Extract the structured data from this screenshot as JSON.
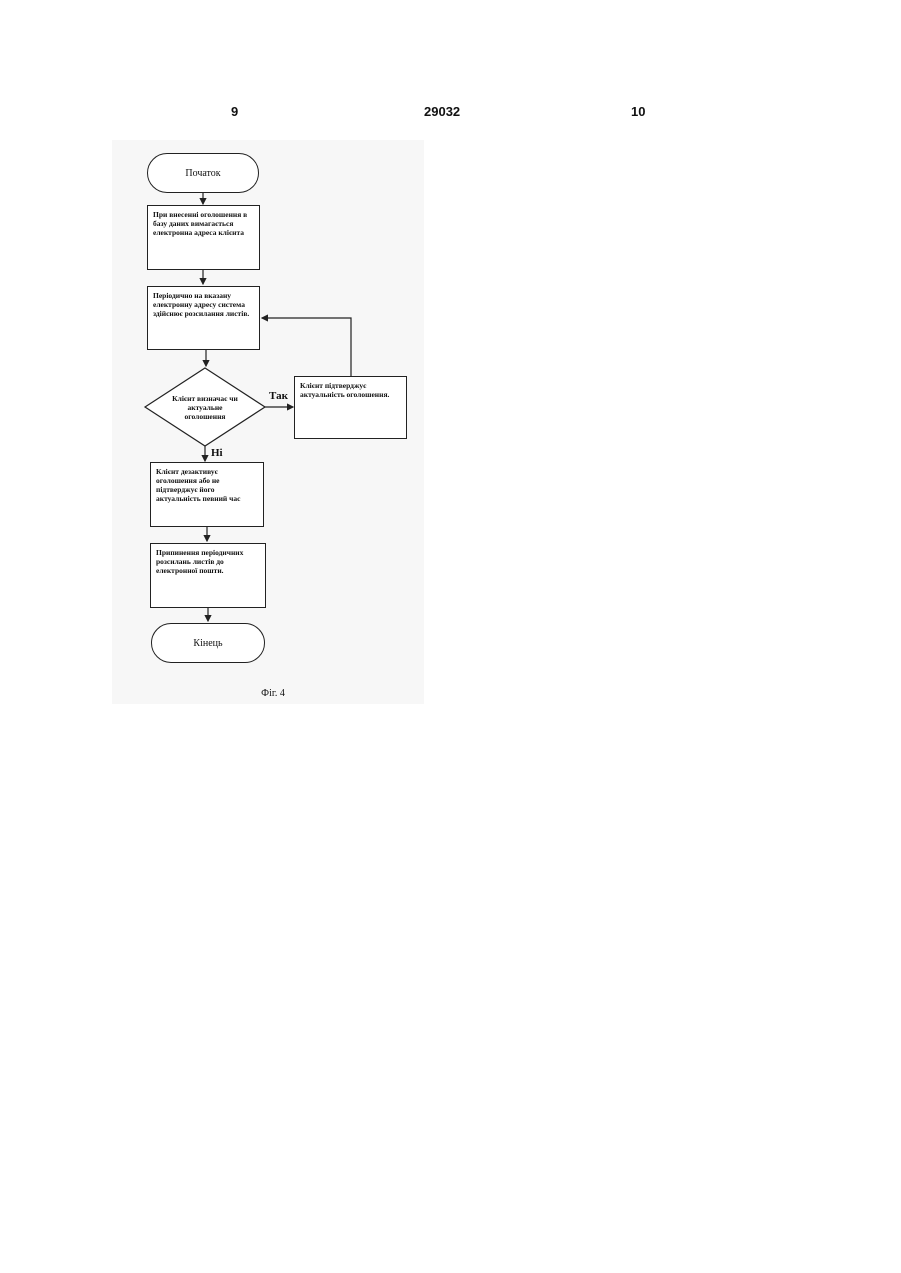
{
  "header": {
    "page_left": "9",
    "patent_number": "29032",
    "page_right": "10"
  },
  "flowchart": {
    "start": "Початок",
    "step1": "При внесенні оголошення в базу даних вимагається електронна адреса клієнта",
    "step2": "Періодично на вказану електронну адресу система здійснює розсилання листів.",
    "decision": "Клієнт визначає чи актуальне оголошення",
    "yes_label": "Так",
    "yes_box": "Клієнт підтверджує актуальність оголошення.",
    "no_label": "Ні",
    "step3": "Клієнт дезактивує оголошення або не підтверджує його актуальність певний час",
    "step4": "Припинення періодичних розсилань листів до електронної пошти.",
    "end": "Кінець"
  },
  "caption": "Фіг. 4"
}
